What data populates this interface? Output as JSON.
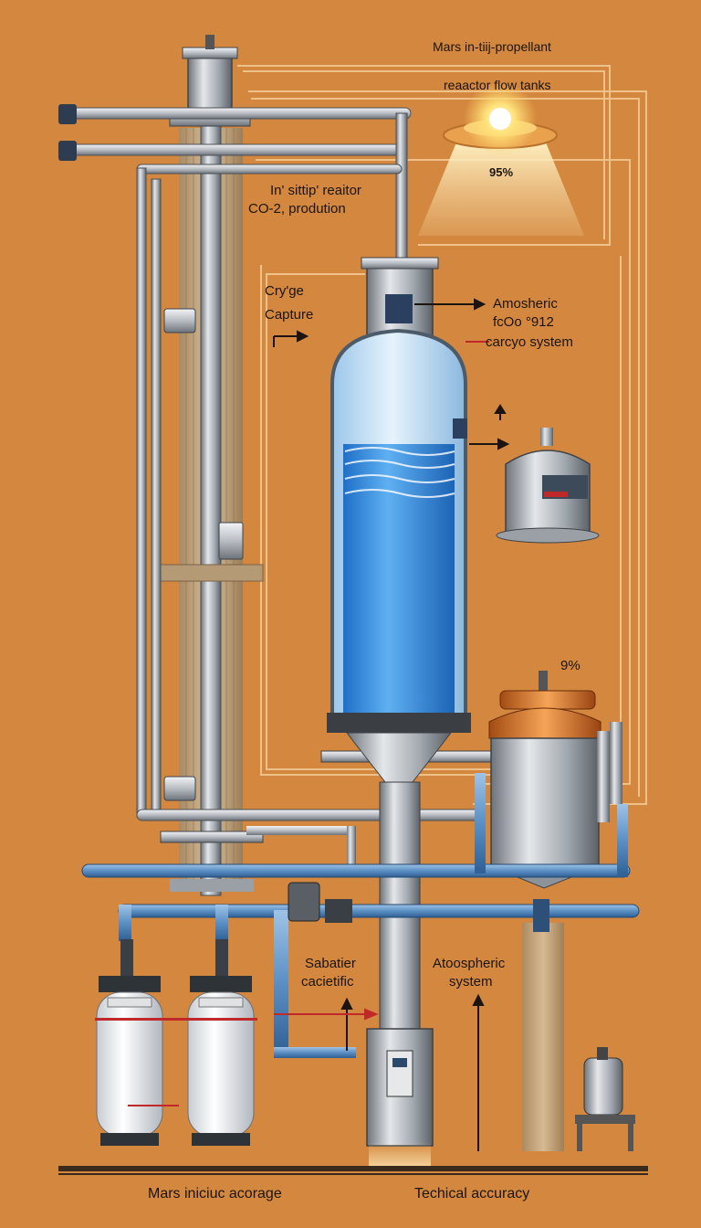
{
  "labels": {
    "title_line1": "Mars in-tiij-propellant",
    "title_line2": "rеаactor flow tanks",
    "lamp_percent": "95%",
    "reactor_label_line1": "In' sittip' reaitor",
    "reactor_label_line2": "CO-2, prodution",
    "capture_line1": "Cry'gе",
    "capture_line2": "Capture",
    "atmo_line1": "Amosheric",
    "atmo_line2": "fсOo °912",
    "atmo_line3": "carcyo system",
    "vessel_percent": "9%",
    "sabatier_line1": "Sabatier",
    "sabatier_line2": "caciеtific",
    "atospheric_line1": "Atoospheric",
    "atospheric_line2": "system",
    "footer_left": "Mars iniсiuc acorage",
    "footer_right": "Techical accuracy"
  },
  "colors": {
    "background": "#d4883f",
    "pipe_steel": "#c9ccd0",
    "pipe_blue": "#5b8fc4",
    "water_blue": "#3b8ee0",
    "copper_line": "#e9b978",
    "alert_red": "#c0282a"
  }
}
